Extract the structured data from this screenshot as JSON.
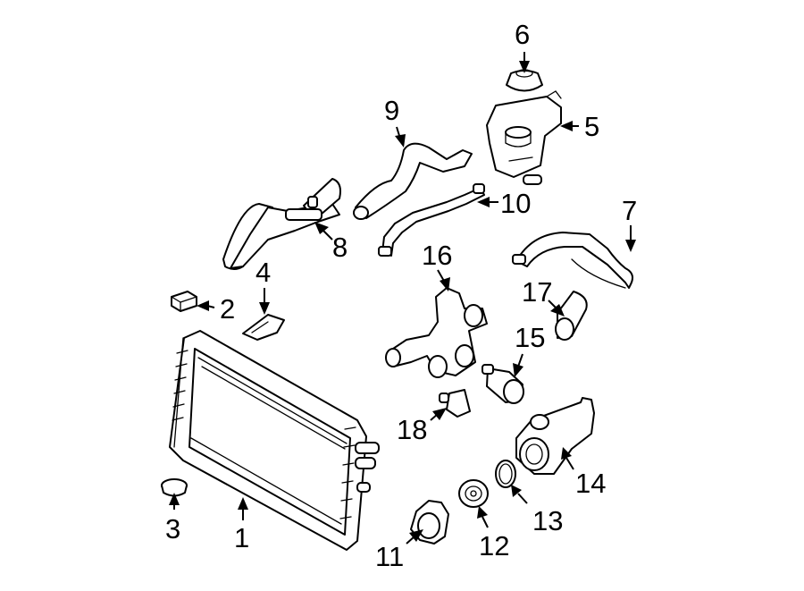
{
  "callouts": [
    {
      "id": "1",
      "name": "callout-1",
      "part": "radiator"
    },
    {
      "id": "2",
      "name": "callout-2",
      "part": "block"
    },
    {
      "id": "3",
      "name": "callout-3",
      "part": "drain-plug"
    },
    {
      "id": "4",
      "name": "callout-4",
      "part": "mount-bracket"
    },
    {
      "id": "5",
      "name": "callout-5",
      "part": "reservoir"
    },
    {
      "id": "6",
      "name": "callout-6",
      "part": "reservoir-cap"
    },
    {
      "id": "7",
      "name": "callout-7",
      "part": "heater-hose"
    },
    {
      "id": "8",
      "name": "callout-8",
      "part": "lower-hose"
    },
    {
      "id": "9",
      "name": "callout-9",
      "part": "upper-hose"
    },
    {
      "id": "10",
      "name": "callout-10",
      "part": "overflow-hose"
    },
    {
      "id": "11",
      "name": "callout-11",
      "part": "thermostat-housing"
    },
    {
      "id": "12",
      "name": "callout-12",
      "part": "thermostat"
    },
    {
      "id": "13",
      "name": "callout-13",
      "part": "gasket"
    },
    {
      "id": "14",
      "name": "callout-14",
      "part": "outlet-housing"
    },
    {
      "id": "15",
      "name": "callout-15",
      "part": "connector"
    },
    {
      "id": "16",
      "name": "callout-16",
      "part": "water-outlet"
    },
    {
      "id": "17",
      "name": "callout-17",
      "part": "hose-connector"
    },
    {
      "id": "18",
      "name": "callout-18",
      "part": "sensor"
    }
  ],
  "colors": {
    "line": "#000000",
    "background": "#ffffff"
  }
}
